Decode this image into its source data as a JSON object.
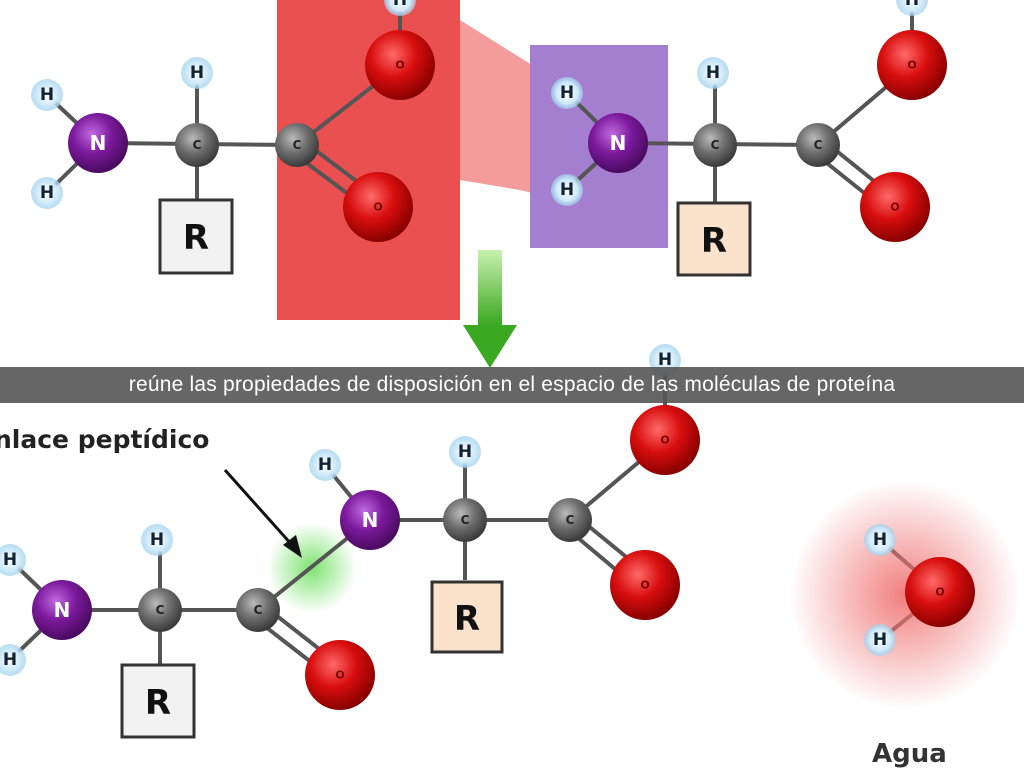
{
  "caption": "reúne las propiedades de disposición en el espacio de las moléculas de proteína",
  "diagram": {
    "atoms": {
      "H": "H",
      "N": "N",
      "C": "C",
      "O": "O"
    },
    "r_group": "R",
    "bond_label": "nlace peptídico",
    "water_label": "Agua"
  },
  "colors": {
    "oxygen": "#d40d0d",
    "nitrogen": "#7a1a9a",
    "carbon": "#666666",
    "hydrogen": "#a8d8f0",
    "acid_box": "#ea5252",
    "amine_box": "#a57fcf",
    "arrow": "#4cb82a",
    "caption_bg": "#555555"
  }
}
